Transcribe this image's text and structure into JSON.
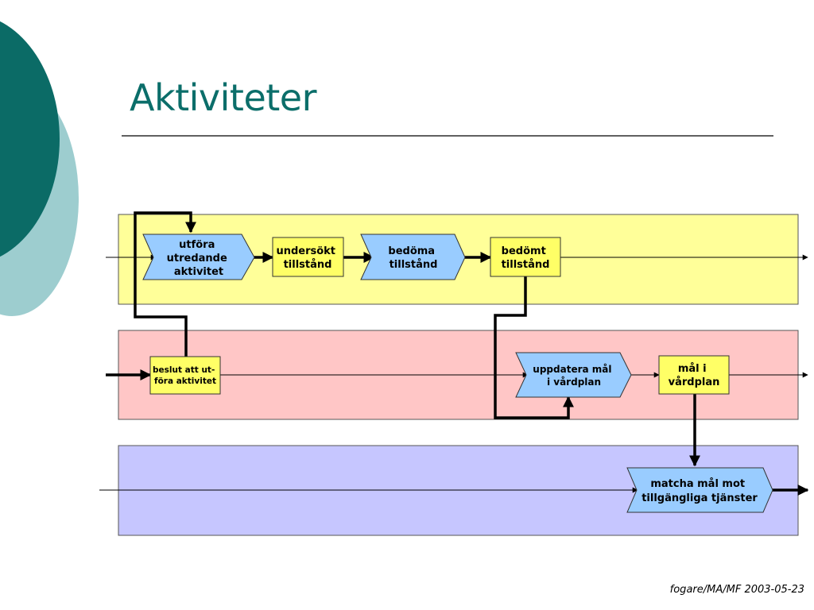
{
  "slide": {
    "title": "Aktiviteter",
    "footer": "fogare/MA/MF 2003-05-23"
  },
  "colors": {
    "title_teal": "#0b6e6a",
    "circle_dark": "#0b6b66",
    "circle_light": "#9dcdcf",
    "lane_yellow": "#ffff99",
    "lane_pink": "#ffc6c6",
    "lane_purple": "#c6c6ff",
    "process_blue": "#99ccff",
    "state_yellow": "#ffff66"
  },
  "diagram": {
    "lanes": [
      "yellow-lane",
      "pink-lane",
      "purple-lane"
    ],
    "nodes": {
      "utfora": [
        "utföra",
        "utredande",
        "aktivitet"
      ],
      "undersokt": [
        "undersökt",
        "tillstånd"
      ],
      "bedoma": [
        "bedöma",
        "tillstånd"
      ],
      "bedomt": [
        "bedömt",
        "tillstånd"
      ],
      "beslut": [
        "beslut att ut-",
        "föra aktivitet"
      ],
      "uppdatera": [
        "uppdatera mål",
        "i vårdplan"
      ],
      "mal_i": [
        "mål i",
        "vårdplan"
      ],
      "matcha": [
        "matcha mål mot",
        "tillgängliga tjänster"
      ]
    }
  }
}
